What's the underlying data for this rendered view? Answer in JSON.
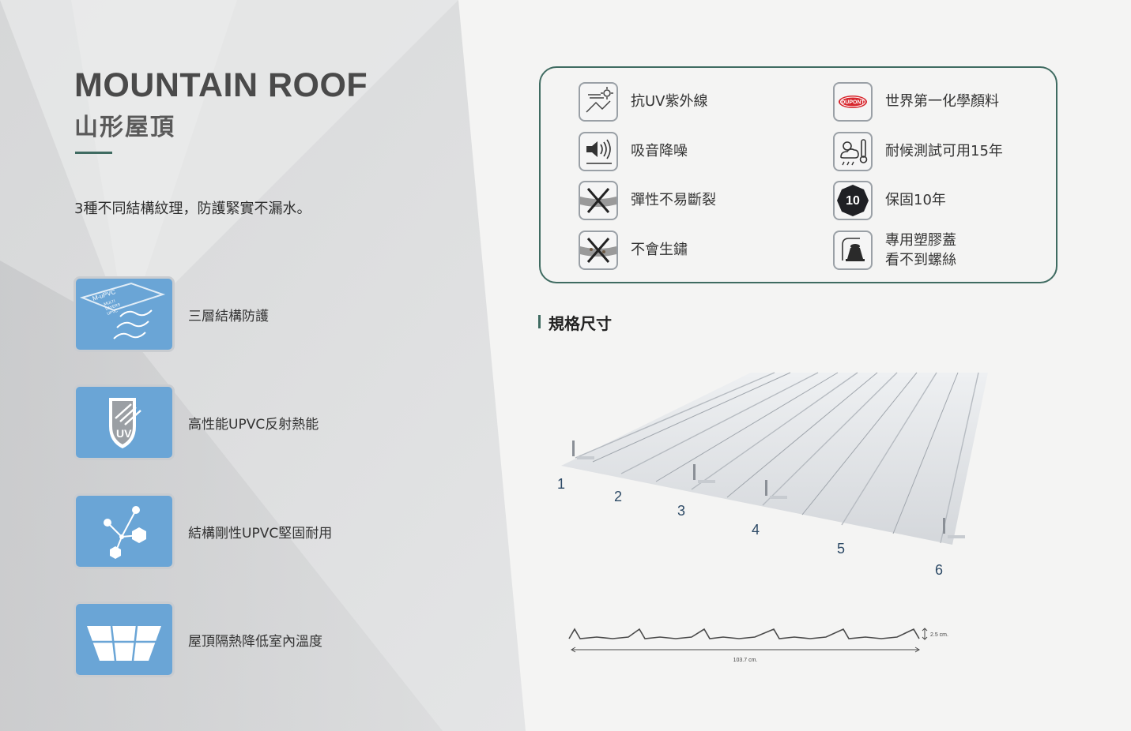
{
  "header": {
    "title_en": "MOUNTAIN ROOF",
    "title_zh": "山形屋頂",
    "tagline": "3種不同結構紋理，防護緊實不漏水。"
  },
  "features": [
    {
      "label": "三層結構防護",
      "icon": "layers-icon",
      "icon_text": [
        "M-uPVC",
        "MULTI",
        "LAYERS",
        "UPVC"
      ]
    },
    {
      "label": "高性能UPVC反射熱能",
      "icon": "uv-shield-icon",
      "icon_text": [
        "UV"
      ]
    },
    {
      "label": "結構剛性UPVC堅固耐用",
      "icon": "molecule-icon"
    },
    {
      "label": "屋頂隔熱降低室內溫度",
      "icon": "skylight-icon"
    }
  ],
  "panel": {
    "items": [
      {
        "label": "抗UV紫外線",
        "icon": "sun-uv-icon"
      },
      {
        "label": "世界第一化學顏料",
        "icon": "dupont-logo-icon",
        "icon_text": "DUPONT"
      },
      {
        "label": "吸音降噪",
        "icon": "speaker-icon"
      },
      {
        "label": "耐候測試可用15年",
        "icon": "weather-thermometer-icon"
      },
      {
        "label": "彈性不易斷裂",
        "icon": "no-break-icon"
      },
      {
        "label": "保固10年",
        "icon": "warranty-10-icon",
        "icon_text": "10"
      },
      {
        "label": "不會生鏽",
        "icon": "no-rust-icon"
      },
      {
        "label_line1": "專用塑膠蓋",
        "label_line2": "看不到螺絲",
        "icon": "screw-cap-icon"
      }
    ]
  },
  "spec": {
    "title": "規格尺寸",
    "markers": [
      "1",
      "2",
      "3",
      "4",
      "5",
      "6"
    ],
    "height_label": "2.5 cm.",
    "width_label": "103.7 cm."
  },
  "colors": {
    "accent": "#3f6b61",
    "icon_blue": "#6aa5d6",
    "number_blue": "#2d4a66"
  }
}
